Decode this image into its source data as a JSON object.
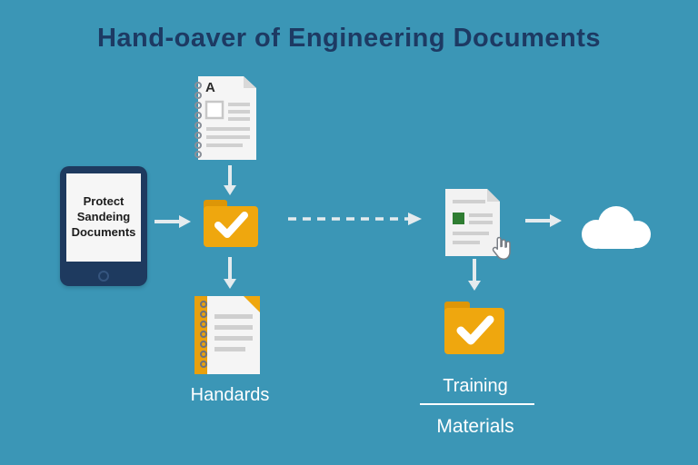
{
  "title": "Hand-oaver of Engineering Documents",
  "colors": {
    "background": "#3b96b6",
    "title_text": "#1d3a63",
    "folder_orange": "#efa70e",
    "folder_tab_orange": "#dd9607",
    "arrow": "#e4ebee",
    "label_text": "#ffffff",
    "tablet_navy": "#1e3a5f",
    "green_square": "#2f7d32",
    "cloud_white": "#ffffff"
  },
  "tablet": {
    "line1": "Protect",
    "line2": "Sandeing",
    "line3": "Documents"
  },
  "notebook_doc": {
    "letter": "A"
  },
  "labels": {
    "handards": "Handards",
    "training": "Training",
    "materials": "Materials"
  }
}
